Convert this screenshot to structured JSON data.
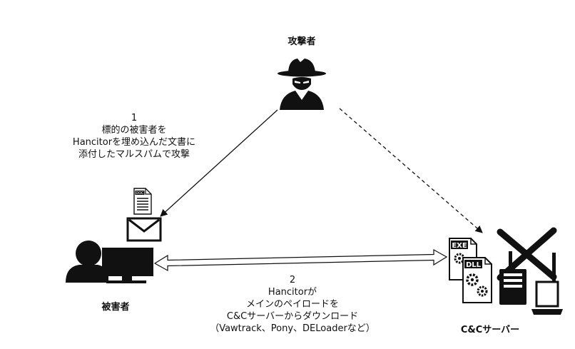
{
  "attacker_label": "攻撃者",
  "victim_label": "被害者",
  "server_label": "C&Cサーバー",
  "step1": {
    "number": "1",
    "lines": [
      "標的の被害者を",
      "Hancitorを埋め込んだ文書に",
      "添付したマルスパムで攻撃"
    ]
  },
  "step2": {
    "number": "2",
    "lines": [
      "Hancitorが",
      "メインのペイロードを",
      "C&Cサーバーからダウンロード",
      "（Vawtrack、Pony、DELoaderなど）"
    ]
  },
  "doc_icon_text": "DOC",
  "exe_icon_text": "EXE",
  "dll_icon_text": "DLL"
}
